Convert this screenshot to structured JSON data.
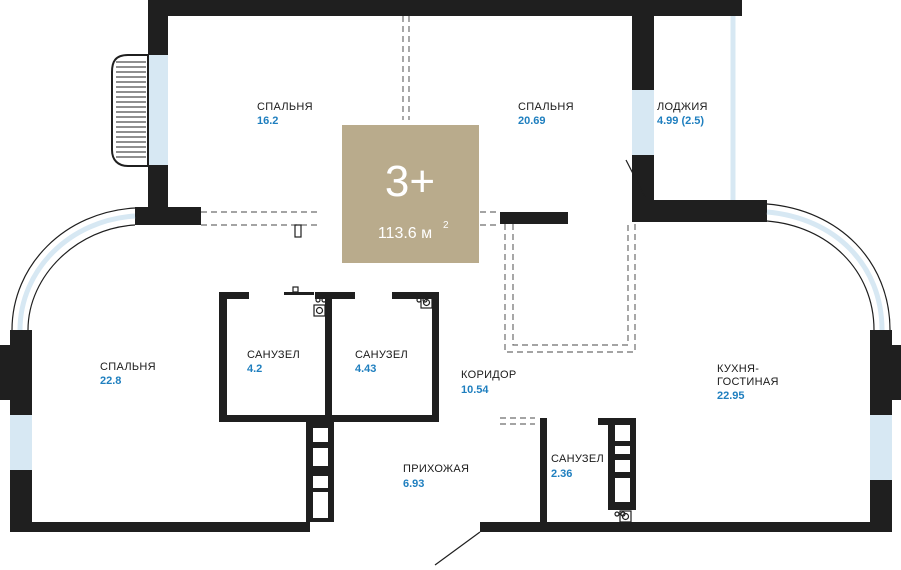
{
  "badge": {
    "rooms": "3+",
    "area": "113.6 м",
    "unit_sup": "2",
    "color": "#b9ab8c"
  },
  "rooms": [
    {
      "name": "СПАЛЬНЯ",
      "area": "16.2"
    },
    {
      "name": "СПАЛЬНЯ",
      "area": "20.69"
    },
    {
      "name": "ЛОДЖИЯ",
      "area": "4.99 (2.5)"
    },
    {
      "name": "СПАЛЬНЯ",
      "area": "22.8"
    },
    {
      "name": "САНУЗЕЛ",
      "area": "4.2"
    },
    {
      "name": "САНУЗЕЛ",
      "area": "4.43"
    },
    {
      "name": "КОРИДОР",
      "area": "10.54"
    },
    {
      "name": "КУХНЯ-",
      "name2": "ГОСТИНАЯ",
      "area": "22.95"
    },
    {
      "name": "ПРИХОЖАЯ",
      "area": "6.93"
    },
    {
      "name": "САНУЗЕЛ",
      "area": "2.36"
    }
  ],
  "colors": {
    "wall": "#1f1f1f",
    "window": "#d7e8f3",
    "area_text": "#1f7fbf"
  }
}
